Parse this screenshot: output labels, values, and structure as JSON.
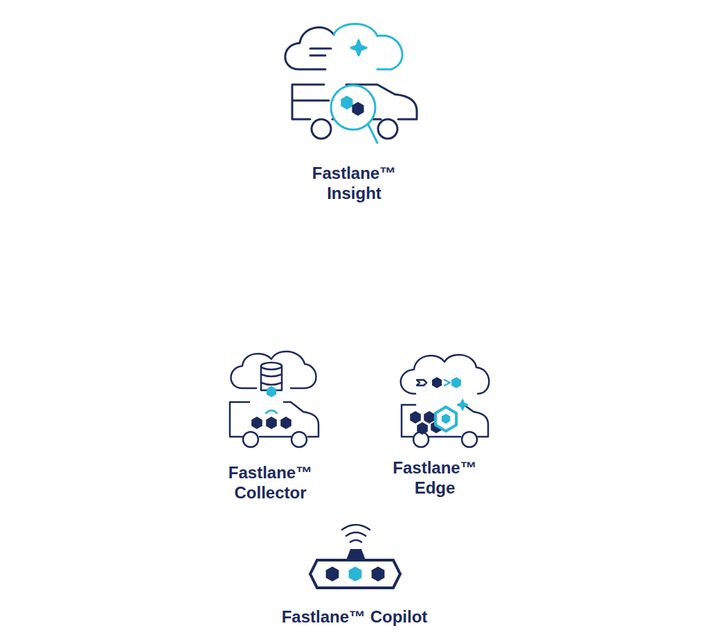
{
  "diagram": {
    "nodes": [
      {
        "text": [
          "Fastlane™ Insight"
        ]
      },
      {
        "text": [
          "Fastlane™ Copilot"
        ]
      },
      {
        "text": [
          "Fastlane™ Collector"
        ],
        "in": 1
      },
      {
        "text": [
          "Fastlane™ Edge"
        ],
        "in": 1
      }
    ],
    "edges": [
      {
        "from": 0,
        "to": 2,
        "arrow": "both"
      },
      {
        "from": 0,
        "to": 3,
        "arrow": "both"
      },
      {
        "from": 2,
        "to": 3,
        "arrow": "both"
      }
    ]
  }
}
